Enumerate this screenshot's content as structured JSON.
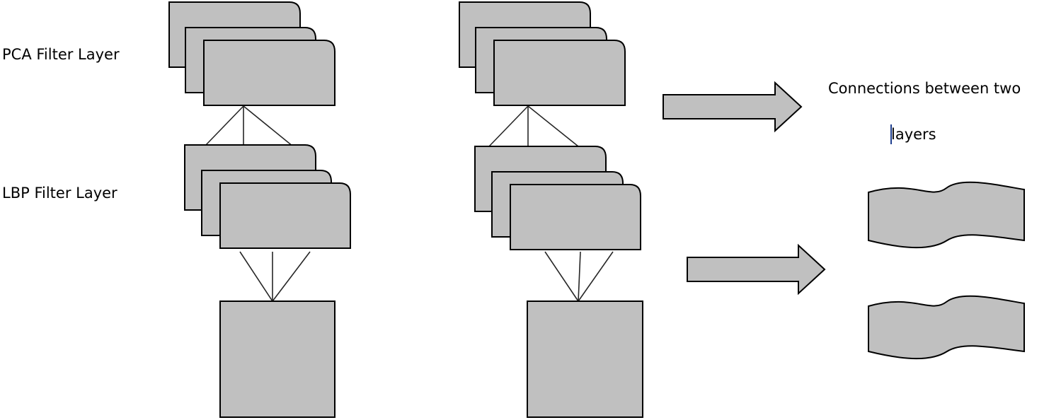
{
  "labels": {
    "pca": "PCA Filter Layer",
    "lbp": "LBP Filter Layer",
    "legend_line1": "Connections between two",
    "legend_line2": "layers"
  },
  "colors": {
    "fill": "#c0c0c0",
    "stroke": "#000000",
    "line": "#262626"
  }
}
